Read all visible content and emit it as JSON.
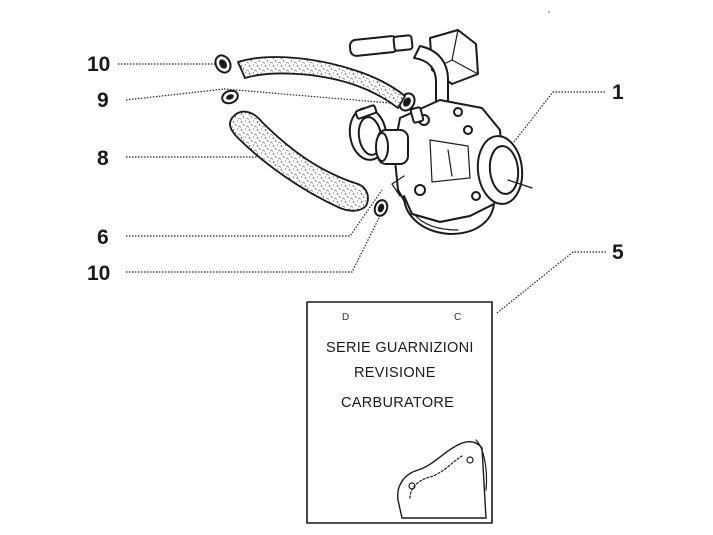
{
  "callouts": {
    "c1": "1",
    "c5": "5",
    "c6": "6",
    "c8": "8",
    "c9": "9",
    "c10_top": "10",
    "c10_bottom": "10"
  },
  "kit_box": {
    "corner_left": "D",
    "corner_right": "C",
    "line1": "SERIE GUARNIZIONI",
    "line2": "REVISIONE",
    "line3": "CARBURATORE"
  }
}
